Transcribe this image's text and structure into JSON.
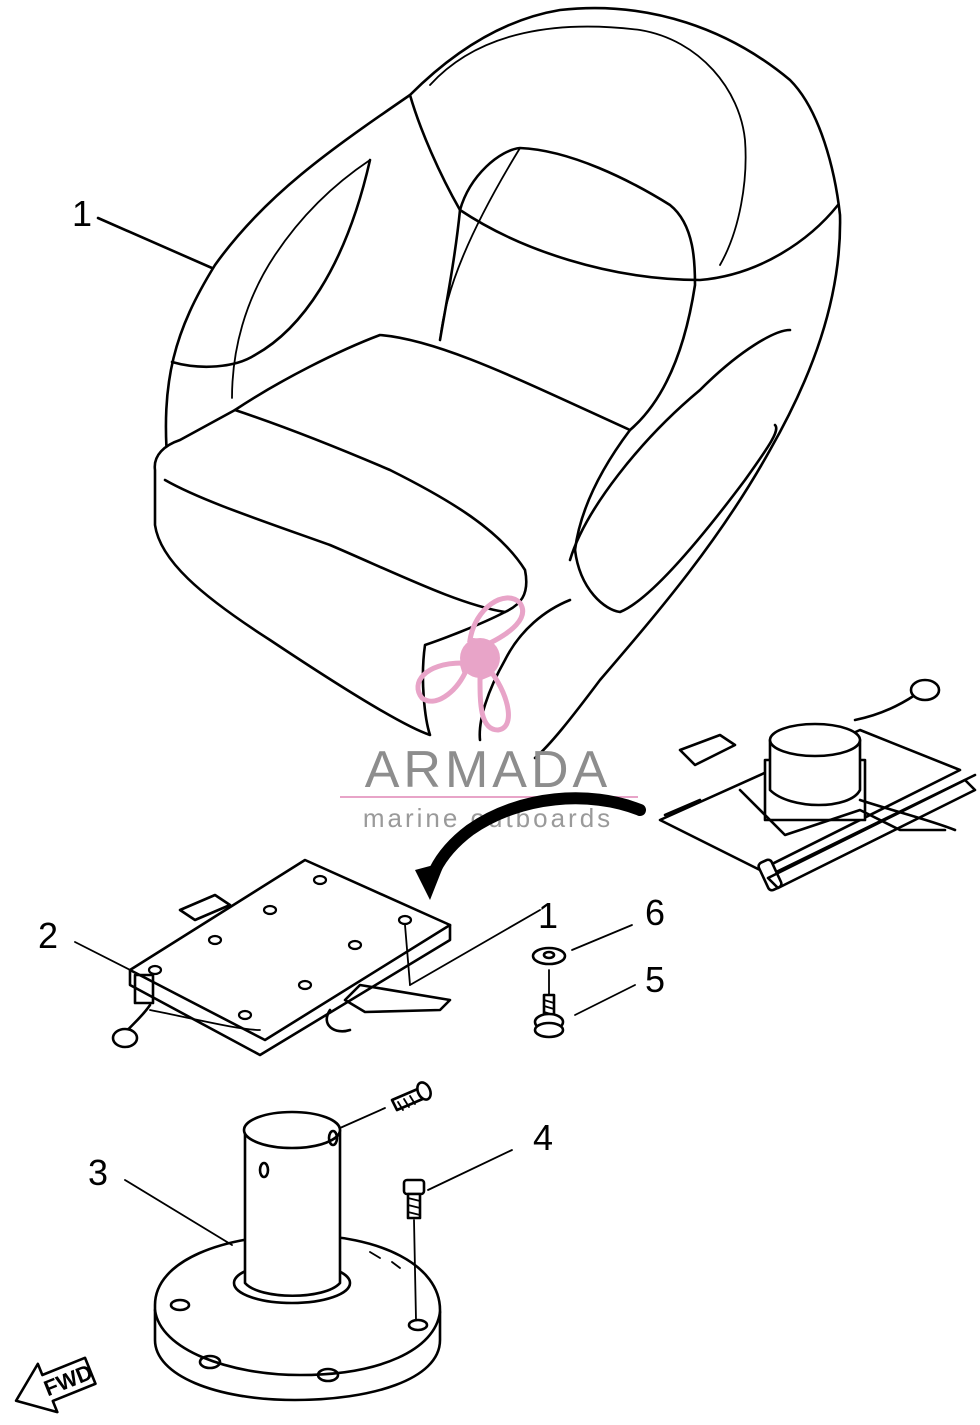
{
  "callouts": {
    "seat": "1",
    "seat_plate_bolt": "1",
    "swivel_plate": "2",
    "pedestal": "3",
    "pedestal_bolt": "4",
    "screw": "5",
    "washer": "6"
  },
  "direction_marker": {
    "label": "FWD",
    "icon": "fwd-arrow-icon"
  },
  "watermark": {
    "brand": "ARMADA",
    "tagline": "marine outboards",
    "logo": "propeller-logo-icon",
    "logo_color": "#e8a4c8",
    "text_color": "#8d8d8d"
  }
}
